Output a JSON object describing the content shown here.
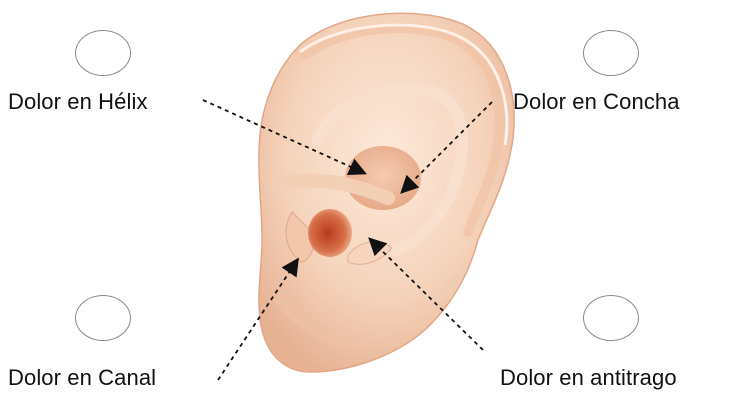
{
  "labels": {
    "helix": "Dolor en Hélix",
    "concha": "Dolor en Concha",
    "canal": "Dolor en Canal",
    "antitrago": "Dolor en antitrago"
  },
  "options": [
    {
      "id": "helix",
      "selected": false
    },
    {
      "id": "concha",
      "selected": false
    },
    {
      "id": "canal",
      "selected": false
    },
    {
      "id": "antitrago",
      "selected": false
    }
  ],
  "colors": {
    "skin_light": "#fbe6d4",
    "skin_mid": "#f4cdb1",
    "skin_dark": "#e9aa88",
    "canal": "#c9542f",
    "circle_stroke": "#888888",
    "arrow": "#111111"
  }
}
